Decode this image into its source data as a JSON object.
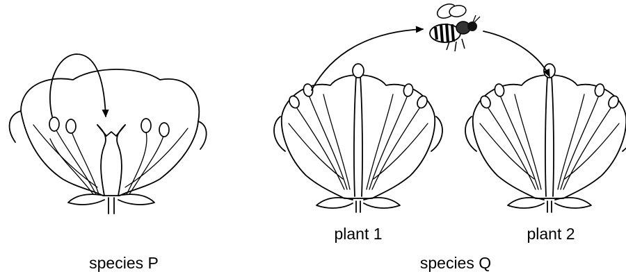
{
  "labels": {
    "species_p": "species P",
    "species_q": "species Q",
    "plant_1": "plant 1",
    "plant_2": "plant 2"
  },
  "icons": [
    "flower-self-pollination",
    "flower-cross-pollination",
    "bee-icon",
    "arrow-icon"
  ]
}
